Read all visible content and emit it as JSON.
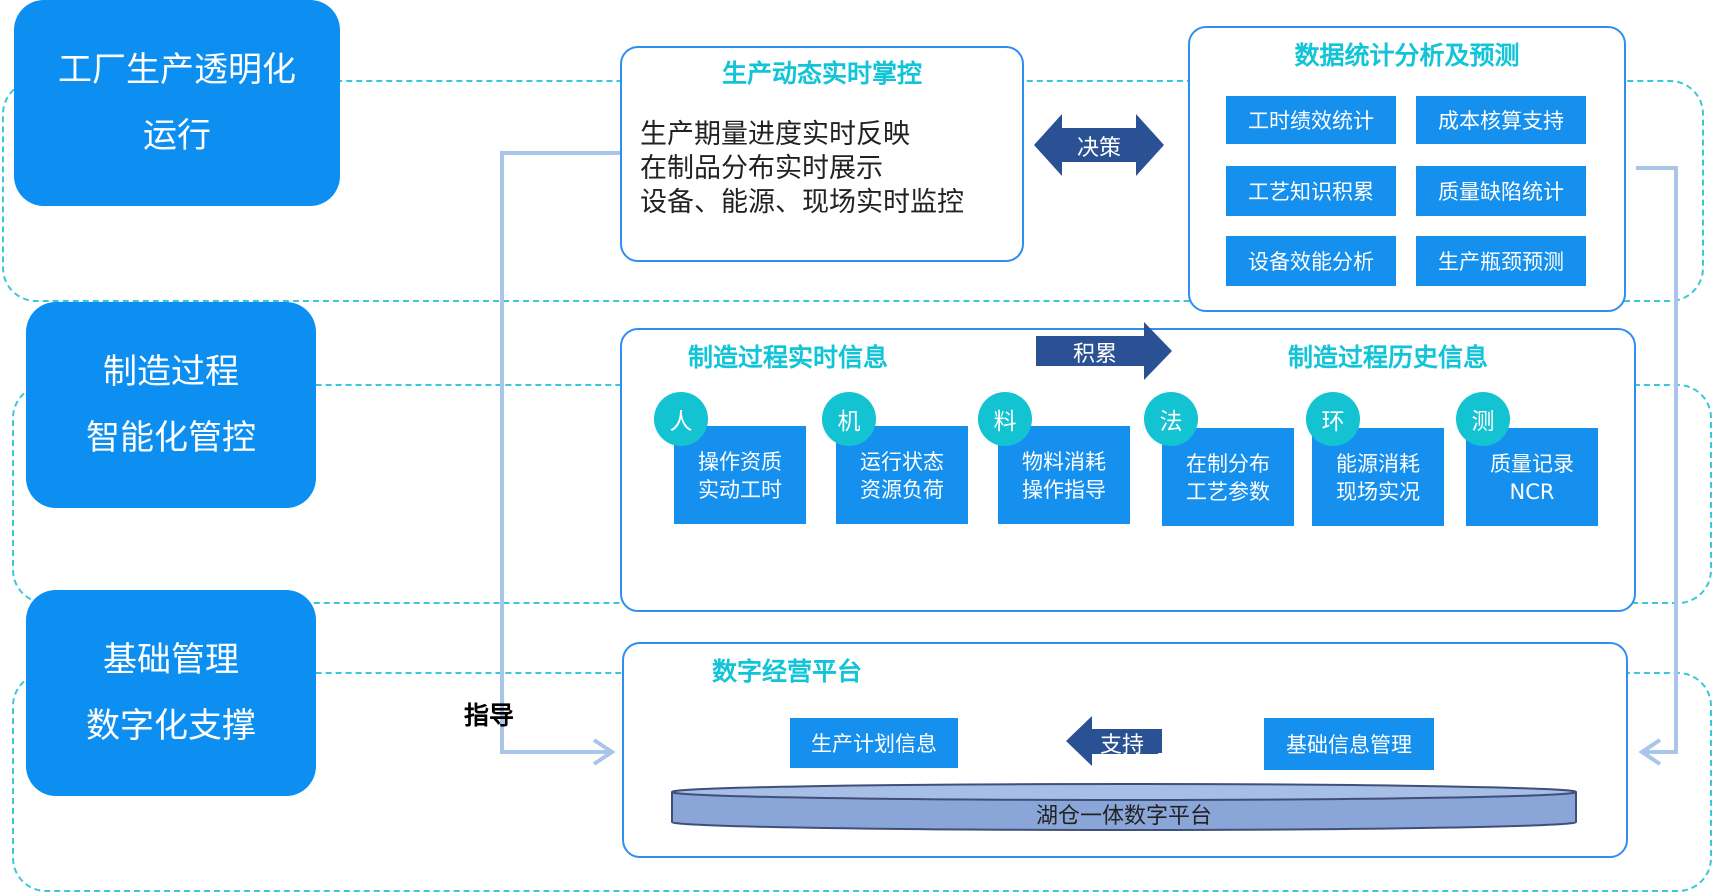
{
  "tiers": {
    "top": [
      "工厂生产透明化",
      "运行"
    ],
    "middle": [
      "制造过程",
      "智能化管控"
    ],
    "bottom": [
      "基础管理",
      "数字化支撑"
    ]
  },
  "realtime_panel": {
    "title": "生产动态实时掌控",
    "lines": [
      "生产期量进度实时反映",
      "在制品分布实时展示",
      "设备、能源、现场实时监控"
    ]
  },
  "arrows": {
    "decision": "决策",
    "accumulate": "积累",
    "support": "支持",
    "guide": "指导"
  },
  "stats_panel": {
    "title": "数据统计分析及预测",
    "cells": [
      "工时绩效统计",
      "成本核算支持",
      "工艺知识积累",
      "质量缺陷统计",
      "设备效能分析",
      "生产瓶颈预测"
    ]
  },
  "process_panel": {
    "realtime_title": "制造过程实时信息",
    "history_title": "制造过程历史信息",
    "items": [
      {
        "badge": "人",
        "lines": [
          "操作资质",
          "实动工时"
        ]
      },
      {
        "badge": "机",
        "lines": [
          "运行状态",
          "资源负荷"
        ]
      },
      {
        "badge": "料",
        "lines": [
          "物料消耗",
          "操作指导"
        ]
      },
      {
        "badge": "法",
        "lines": [
          "在制分布",
          "工艺参数"
        ]
      },
      {
        "badge": "环",
        "lines": [
          "能源消耗",
          "现场实况"
        ]
      },
      {
        "badge": "测",
        "lines": [
          "质量记录",
          "NCR"
        ]
      }
    ]
  },
  "platform_panel": {
    "title": "数字经营平台",
    "left_box": "生产计划信息",
    "right_box": "基础信息管理",
    "lakehouse": "湖仓一体数字平台"
  },
  "colors": {
    "accent": "#0d8ff2",
    "cyan": "#13c3d2",
    "dark_arrow": "#2a5193",
    "connector": "#a9c6e8"
  }
}
